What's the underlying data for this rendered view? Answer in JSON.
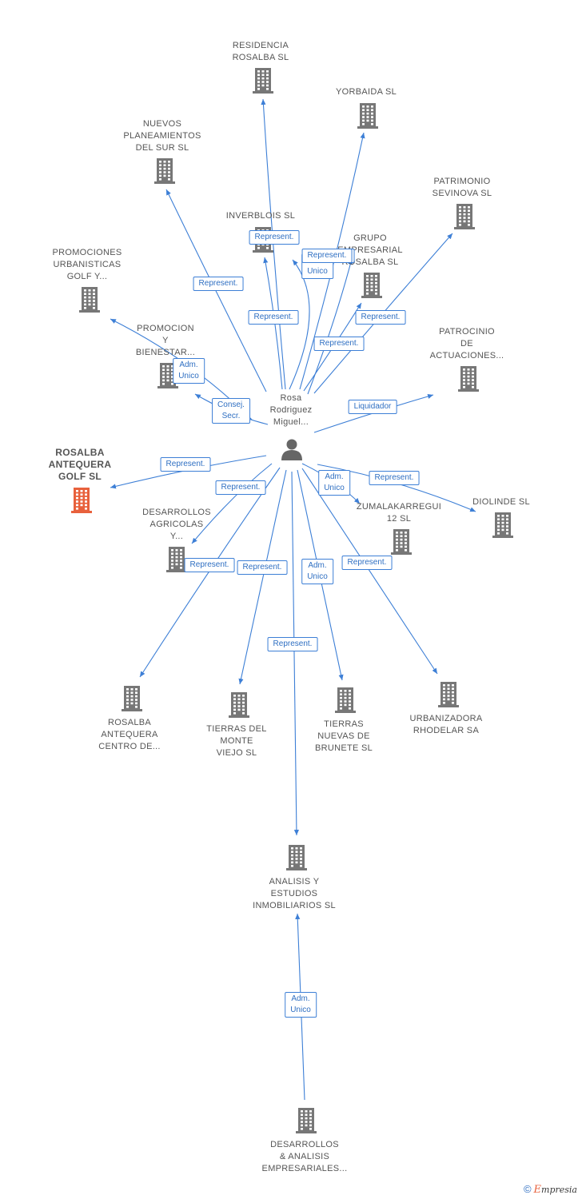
{
  "colors": {
    "edge": "#3d7fd6",
    "building": "#777777",
    "focus": "#e8613c",
    "person": "#666666"
  },
  "person": {
    "name_lines": [
      "Rosa",
      "Rodriguez",
      "Miguel..."
    ],
    "icon": "person-icon"
  },
  "companies": [
    {
      "id": "residencia-rosalba",
      "lines": [
        "RESIDENCIA",
        "ROSALBA SL"
      ],
      "icon": "building-icon"
    },
    {
      "id": "yorbaida",
      "lines": [
        "YORBAIDA SL"
      ],
      "icon": "building-icon"
    },
    {
      "id": "nuevos-planeamientos",
      "lines": [
        "NUEVOS",
        "PLANEAMIENTOS",
        "DEL SUR SL"
      ],
      "icon": "building-icon"
    },
    {
      "id": "patrimonio-sevinova",
      "lines": [
        "PATRIMONIO",
        "SEVINOVA SL"
      ],
      "icon": "building-icon"
    },
    {
      "id": "inverblois",
      "lines": [
        "INVERBLOIS SL"
      ],
      "icon": "building-icon"
    },
    {
      "id": "grupo-empresarial",
      "lines": [
        "GRUPO",
        "EMPRESARIAL",
        "ROSALBA SL"
      ],
      "icon": "building-icon"
    },
    {
      "id": "promociones-urbanisticas",
      "lines": [
        "PROMOCIONES",
        "URBANISTICAS",
        "GOLF Y..."
      ],
      "icon": "building-icon"
    },
    {
      "id": "promocion-bienestar",
      "lines": [
        "PROMOCION",
        "Y",
        "BIENESTAR..."
      ],
      "icon": "building-icon"
    },
    {
      "id": "patrocinio-actuaciones",
      "lines": [
        "PATROCINIO",
        "DE",
        "ACTUACIONES..."
      ],
      "icon": "building-icon"
    },
    {
      "id": "rosalba-antequera-golf",
      "lines": [
        "ROSALBA",
        "ANTEQUERA",
        "GOLF SL"
      ],
      "icon": "building-icon",
      "focus": true
    },
    {
      "id": "diolinde",
      "lines": [
        "DIOLINDE SL"
      ],
      "icon": "building-icon"
    },
    {
      "id": "zumalakarregui",
      "lines": [
        "ZUMALAKARREGUI",
        "12 SL"
      ],
      "icon": "building-icon"
    },
    {
      "id": "desarrollos-agricolas",
      "lines": [
        "DESARROLLOS",
        "AGRICOLAS",
        "Y..."
      ],
      "icon": "building-icon"
    },
    {
      "id": "rosalba-antequera-centro",
      "lines": [
        "ROSALBA",
        "ANTEQUERA",
        "CENTRO DE..."
      ],
      "icon": "building-icon"
    },
    {
      "id": "tierras-monte-viejo",
      "lines": [
        "TIERRAS DEL",
        "MONTE",
        "VIEJO SL"
      ],
      "icon": "building-icon"
    },
    {
      "id": "tierras-nuevas-brunete",
      "lines": [
        "TIERRAS",
        "NUEVAS DE",
        "BRUNETE SL"
      ],
      "icon": "building-icon"
    },
    {
      "id": "urbanizadora-rhodelar",
      "lines": [
        "URBANIZADORA",
        "RHODELAR SA"
      ],
      "icon": "building-icon"
    },
    {
      "id": "analisis-estudios",
      "lines": [
        "ANALISIS Y",
        "ESTUDIOS",
        "INMOBILIARIOS SL"
      ],
      "icon": "building-icon"
    },
    {
      "id": "desarrollos-analisis",
      "lines": [
        "DESARROLLOS",
        "& ANALISIS",
        "EMPRESARIALES..."
      ],
      "icon": "building-icon"
    }
  ],
  "relations": [
    {
      "from": "person",
      "to": "residencia-rosalba",
      "label": [
        "Represent."
      ]
    },
    {
      "from": "person",
      "to": "yorbaida",
      "label": [
        "Represent."
      ]
    },
    {
      "from": "person",
      "to": "nuevos-planeamientos",
      "label": [
        "Represent."
      ]
    },
    {
      "from": "person",
      "to": "patrimonio-sevinova",
      "label": [
        "Represent."
      ]
    },
    {
      "from": "person",
      "to": "inverblois",
      "label": [
        "Represent."
      ]
    },
    {
      "from": "person",
      "to": "grupo-empresarial",
      "label": [
        "Represent."
      ]
    },
    {
      "from": "person",
      "to": "inverblois",
      "label": [
        "Adm.",
        "Unico"
      ]
    },
    {
      "from": "person",
      "to": "grupo-empresarial",
      "label": [
        "Represent."
      ]
    },
    {
      "from": "person",
      "to": "promociones-urbanisticas",
      "label": [
        "Adm.",
        "Unico"
      ]
    },
    {
      "from": "person",
      "to": "promocion-bienestar",
      "label": [
        "Consej.",
        "Secr."
      ]
    },
    {
      "from": "person",
      "to": "patrocinio-actuaciones",
      "label": [
        "Liquidador"
      ]
    },
    {
      "from": "person",
      "to": "rosalba-antequera-golf",
      "label": [
        "Represent."
      ]
    },
    {
      "from": "person",
      "to": "desarrollos-agricolas",
      "label": [
        "Represent."
      ]
    },
    {
      "from": "person",
      "to": "zumalakarregui",
      "label": [
        "Adm.",
        "Unico"
      ]
    },
    {
      "from": "person",
      "to": "diolinde",
      "label": [
        "Represent."
      ]
    },
    {
      "from": "person",
      "to": "rosalba-antequera-centro",
      "label": [
        "Represent."
      ]
    },
    {
      "from": "person",
      "to": "tierras-monte-viejo",
      "label": [
        "Represent."
      ]
    },
    {
      "from": "person",
      "to": "tierras-nuevas-brunete",
      "label": [
        "Adm.",
        "Unico"
      ]
    },
    {
      "from": "person",
      "to": "urbanizadora-rhodelar",
      "label": [
        "Represent."
      ]
    },
    {
      "from": "person",
      "to": "analisis-estudios",
      "label": [
        "Represent."
      ]
    },
    {
      "from": "desarrollos-analisis",
      "to": "analisis-estudios",
      "label": [
        "Adm.",
        "Unico"
      ]
    }
  ],
  "brand": {
    "copyright": "©",
    "name_first": "E",
    "name_rest": "mpresia"
  }
}
